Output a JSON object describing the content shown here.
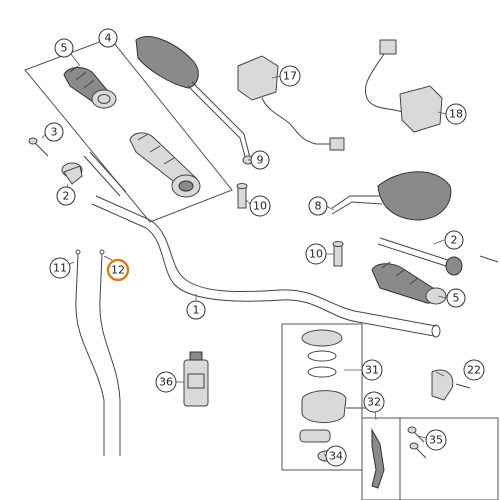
{
  "callouts": [
    {
      "id": "c5a",
      "label": "5"
    },
    {
      "id": "c4",
      "label": "4"
    },
    {
      "id": "c17",
      "label": "17"
    },
    {
      "id": "c18",
      "label": "18"
    },
    {
      "id": "c3",
      "label": "3"
    },
    {
      "id": "c9",
      "label": "9"
    },
    {
      "id": "c2a",
      "label": "2"
    },
    {
      "id": "c10a",
      "label": "10"
    },
    {
      "id": "c8",
      "label": "8"
    },
    {
      "id": "c2b",
      "label": "2"
    },
    {
      "id": "c10b",
      "label": "10"
    },
    {
      "id": "c11",
      "label": "11"
    },
    {
      "id": "c12",
      "label": "12",
      "highlighted": true
    },
    {
      "id": "c5b",
      "label": "5"
    },
    {
      "id": "c1",
      "label": "1"
    },
    {
      "id": "c31",
      "label": "31"
    },
    {
      "id": "c22",
      "label": "22"
    },
    {
      "id": "c36",
      "label": "36"
    },
    {
      "id": "c32",
      "label": "32"
    },
    {
      "id": "c35",
      "label": "35"
    },
    {
      "id": "c34",
      "label": "34"
    }
  ],
  "highlight_color": "#e07818"
}
